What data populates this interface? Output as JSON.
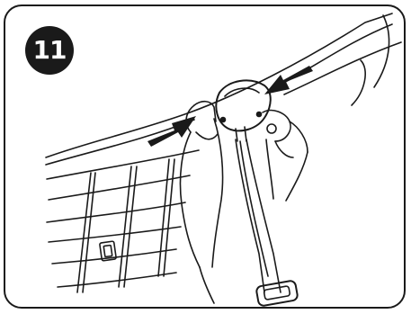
{
  "step": {
    "number": "11"
  },
  "figure": {
    "line_color": "#1a1a1a",
    "background": "#ffffff",
    "depicts": [
      "two-hands-squeezing-buckle",
      "press-arrow-left",
      "press-arrow-right",
      "seat-fabric-with-stitching",
      "strap-with-adjuster-ring"
    ]
  }
}
